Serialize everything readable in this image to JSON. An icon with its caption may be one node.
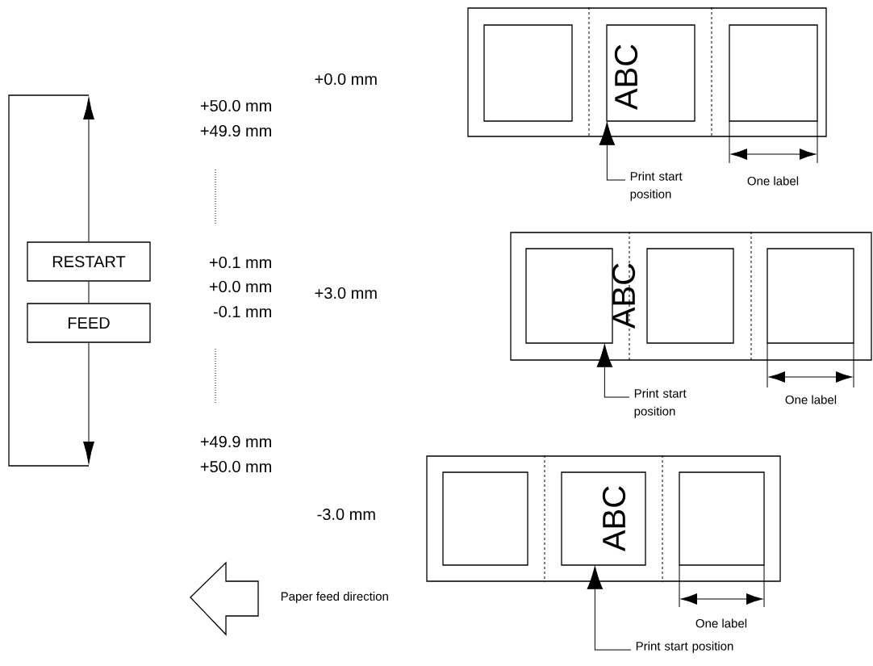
{
  "diagram": {
    "nodes": [
      {
        "text": [
          "RESTART"
        ]
      },
      {
        "text": [
          "FEED"
        ]
      },
      {
        "text": [],
        "shape": "box"
      },
      {
        "text": [
          "Print start position"
        ]
      },
      {
        "text": [],
        "shape": "box"
      },
      {
        "text": [
          "Print start position"
        ]
      },
      {
        "text": [],
        "shape": "box"
      },
      {
        "text": [
          "Print start position"
        ]
      }
    ],
    "edges": [
      {
        "from": 0,
        "to": 1,
        "arrow": "none"
      },
      {
        "from": 0,
        "to": null,
        "arrow": "to"
      },
      {
        "from": 1,
        "to": null,
        "arrow": "to"
      },
      {
        "from": 3,
        "to": 2,
        "arrow": "to"
      },
      {
        "from": 5,
        "to": 4,
        "arrow": "to"
      },
      {
        "from": 7,
        "to": 6,
        "arrow": "to"
      }
    ],
    "labels": [
      "+0.0 mm",
      "+50.0 mm",
      "+49.9 mm",
      "ABC",
      "One label",
      "+0.1 mm",
      "+0.0 mm",
      "-0.1 mm",
      "+3.0 mm",
      "ABC",
      "One label",
      "+49.9 mm",
      "+50.0 mm",
      "-3.0 mm",
      "ABC",
      "Paper feed direction",
      "One label"
    ]
  }
}
